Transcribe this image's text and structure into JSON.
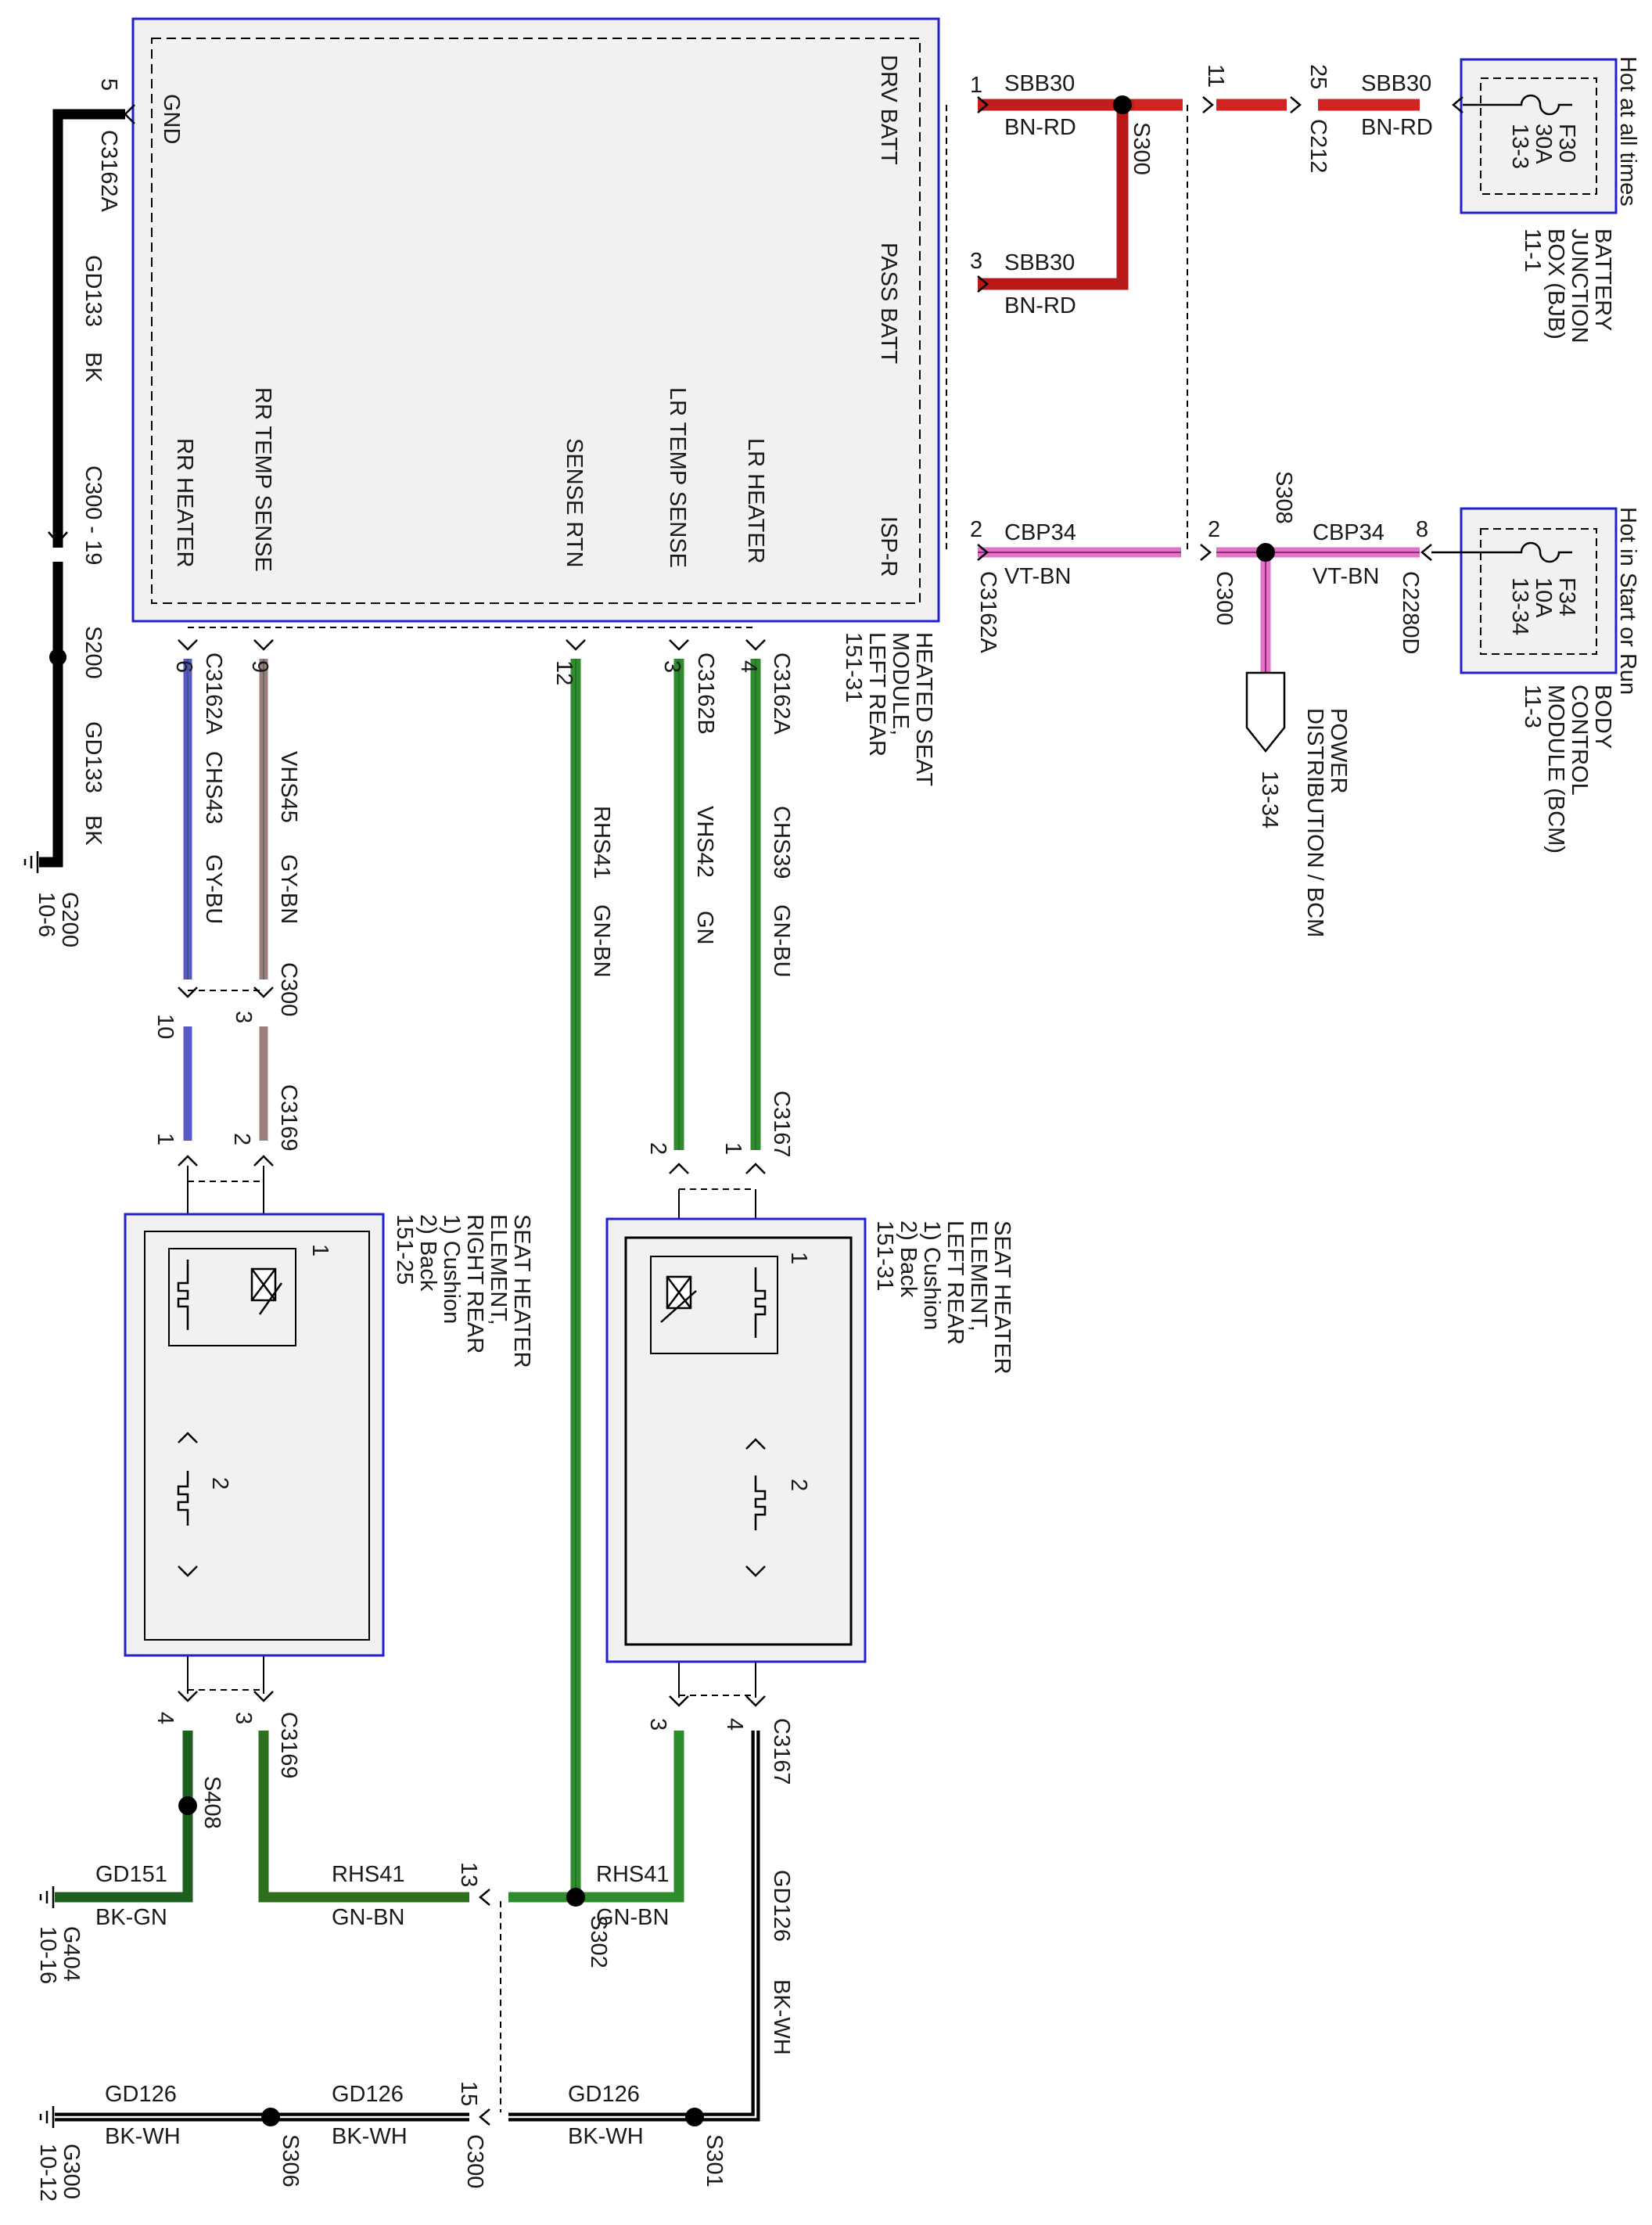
{
  "module": {
    "name_lines": [
      "HEATED SEAT",
      "MODULE,",
      "LEFT REAR",
      "151-31"
    ],
    "pins": {
      "gnd": "GND",
      "drv_batt": "DRV BATT",
      "pass_batt": "PASS BATT",
      "isp_r": "ISP-R",
      "rr_heater": "RR HEATER",
      "rr_temp": "RR TEMP SENSE",
      "sense_rtn": "SENSE RTN",
      "lr_temp": "LR TEMP SENSE",
      "lr_heater": "LR HEATER"
    }
  },
  "bjb": {
    "name_lines": [
      "BATTERY",
      "JUNCTION",
      "BOX (BJB)",
      "11-1"
    ],
    "fuse_lines": [
      "F30",
      "30A",
      "13-3"
    ],
    "hot_label": "Hot at all times"
  },
  "bcm": {
    "name_lines": [
      "BODY",
      "CONTROL",
      "MODULE (BCM)",
      "11-3"
    ],
    "fuse_lines": [
      "F34",
      "10A",
      "13-34"
    ],
    "hot_label": "Hot in Start or Run"
  },
  "power_dist": {
    "name_lines": [
      "POWER",
      "DISTRIBUTION / BCM"
    ],
    "ref": "13-34"
  },
  "rr_element": {
    "name_lines": [
      "SEAT HEATER",
      "ELEMENT,",
      "RIGHT REAR",
      "1) Cushion",
      "2) Back",
      "151-25"
    ],
    "sub1": "1",
    "sub2": "2"
  },
  "lr_element": {
    "name_lines": [
      "SEAT HEATER",
      "ELEMENT,",
      "LEFT REAR",
      "1) Cushion",
      "2) Back",
      "151-31"
    ],
    "sub1": "1",
    "sub2": "2"
  },
  "circuits": {
    "gnd_pin": "5",
    "c3162a_gnd": "C3162A",
    "gd133": "GD133",
    "bk": "BK",
    "c300_19": "C300 - 19",
    "s200": "S200",
    "g200": "G200",
    "g200_ref": "10-6",
    "drv_pin": "1",
    "pass_pin": "3",
    "sbb30": "SBB30",
    "bn_rd": "BN-RD",
    "s300": "S300",
    "c212_pin11": "11",
    "c212_pin25": "25",
    "c212": "C212",
    "isp_pin": "2",
    "cbp34": "CBP34",
    "vt_bn": "VT-BN",
    "c3162a": "C3162A",
    "c300_pin2": "2",
    "c300": "C300",
    "s308": "S308",
    "bcm_pin8": "8",
    "c2280d": "C2280D",
    "pin6": "6",
    "pin9": "9",
    "pin12": "12",
    "pin3": "3",
    "pin4": "4",
    "c3162b": "C3162B",
    "chs43": "CHS43",
    "gy_bu": "GY-BU",
    "vhs45": "VHS45",
    "gy_bn": "GY-BN",
    "rhs41": "RHS41",
    "gn_bn": "GN-BN",
    "vhs42": "VHS42",
    "gn": "GN",
    "chs39": "CHS39",
    "gn_bu": "GN-BU",
    "c300_pin10": "10",
    "c300_pin3": "3",
    "c3169": "C3169",
    "c3169_pin1": "1",
    "c3169_pin2": "2",
    "c3167": "C3167",
    "c3167_pin2": "2",
    "c3167_pin1": "1",
    "c3169_pin4": "4",
    "c3169_pin3": "3",
    "c3167_pin3": "3",
    "c3167_pin4": "4",
    "s408": "S408",
    "gd151": "GD151",
    "bk_gn": "BK-GN",
    "g404": "G404",
    "g404_ref": "10-16",
    "c300_pin13": "13",
    "s302": "S302",
    "gd126": "GD126",
    "bk_wh": "BK-WH",
    "s301": "S301",
    "s306": "S306",
    "c300_pin15": "15",
    "g300": "G300",
    "g300_ref": "10-12"
  },
  "colors": {
    "red": "#d32222",
    "dark_red": "#b01818",
    "pink": "#e373c6",
    "pink_core": "#8a2a78",
    "green": "#2e8b2e",
    "dark_green": "#1e6e1e",
    "blue": "#5858c8",
    "gray_brown": "#9b7f7f",
    "black": "#000000",
    "box_border": "#2020d0",
    "box_fill": "#f1f1f1"
  }
}
